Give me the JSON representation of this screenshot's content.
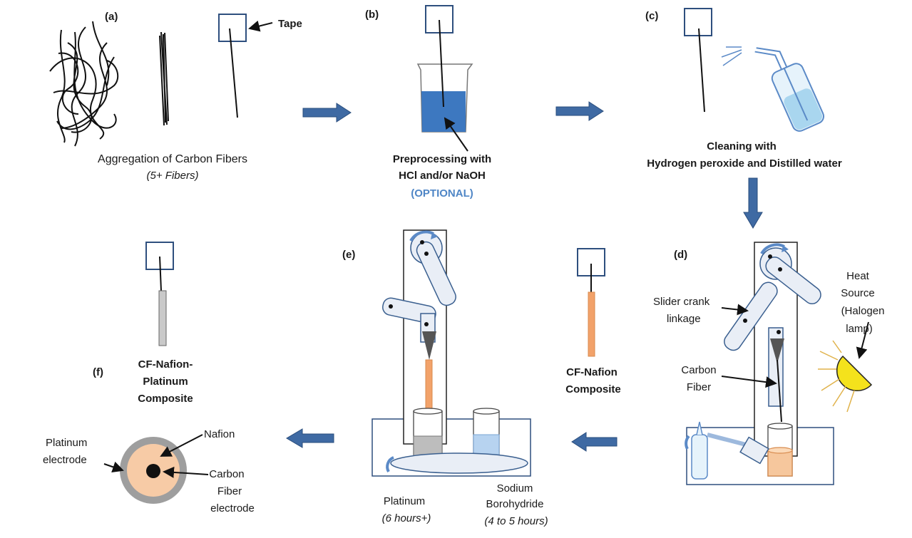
{
  "panels": {
    "a": {
      "label": "(a)",
      "tape": "Tape",
      "caption_line1": "Aggregation of Carbon Fibers",
      "caption_line2": "(5+ Fibers)"
    },
    "b": {
      "label": "(b)",
      "caption_line1": "Preprocessing with",
      "caption_line2": "HCl and/or NaOH",
      "caption_line3": "(OPTIONAL)"
    },
    "c": {
      "label": "(c)",
      "caption_line1": "Cleaning with",
      "caption_line2": "Hydrogen peroxide and Distilled water"
    },
    "d": {
      "label": "(d)",
      "slider_line1": "Slider crank",
      "slider_line2": "linkage",
      "heat_line1": "Heat",
      "heat_line2": "Source",
      "heat_line3": "(Halogen",
      "heat_line4": "lamp)",
      "fiber_line1": "Carbon",
      "fiber_line2": "Fiber"
    },
    "cf_nafion": {
      "line1": "CF-Nafion",
      "line2": "Composite"
    },
    "e": {
      "label": "(e)",
      "platinum": "Platinum",
      "platinum_time": "(6 hours+)",
      "sodium_line1": "Sodium",
      "sodium_line2": "Borohydride",
      "sodium_time": "(4 to 5 hours)"
    },
    "f": {
      "label": "(f)",
      "composite_line1": "CF-Nafion-",
      "composite_line2": "Platinum",
      "composite_line3": "Composite",
      "platinum_line1": "Platinum",
      "platinum_line2": "electrode",
      "nafion": "Nafion",
      "carbon_line1": "Carbon",
      "carbon_line2": "Fiber",
      "carbon_line3": "electrode"
    }
  },
  "colors": {
    "arrow": "#3f6aa3",
    "acid": "#3d78c0",
    "nafion": "#f2c9a8",
    "optional_text": "#4f86c6",
    "lamp": "#f4e21c"
  }
}
